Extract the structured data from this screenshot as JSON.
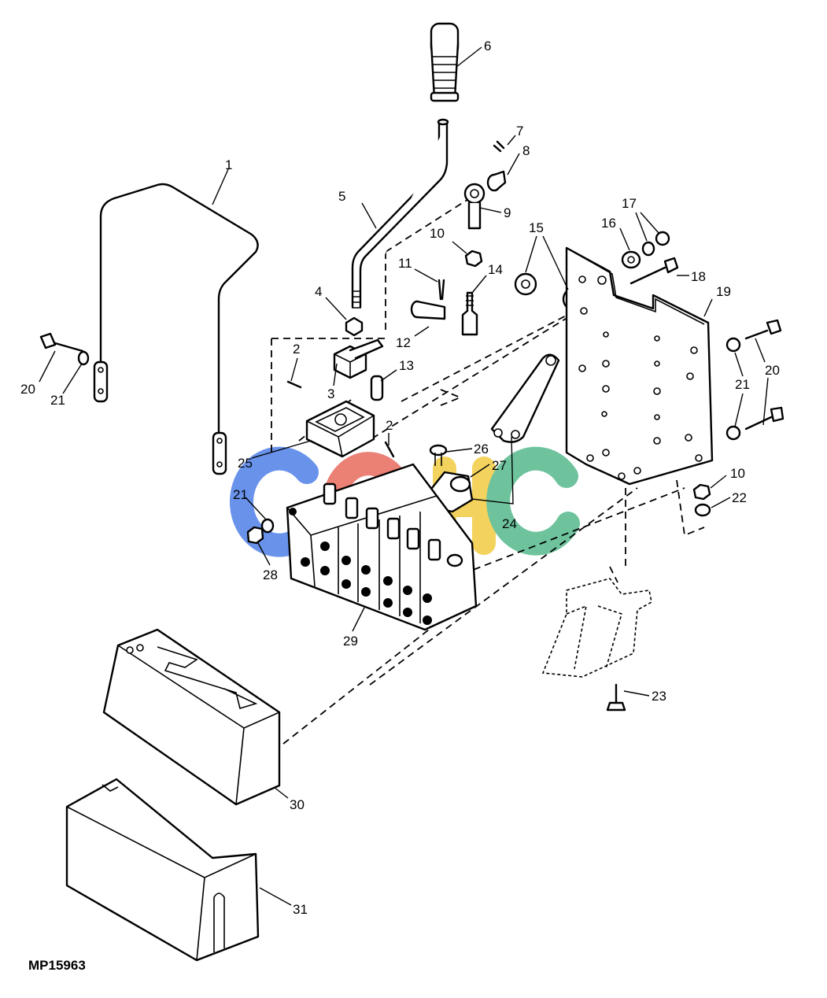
{
  "diagram": {
    "figure_id": "MP15963",
    "watermark": {
      "text": "CGHC",
      "letters": [
        {
          "char": "C",
          "color": "#4f7fe8"
        },
        {
          "char": "G",
          "color": "#e86a5e"
        },
        {
          "char": "H",
          "color": "#f2cc43"
        },
        {
          "char": "C",
          "color": "#55b98c"
        }
      ]
    },
    "callouts": [
      "1",
      "2",
      "2",
      "3",
      "4",
      "5",
      "6",
      "7",
      "8",
      "9",
      "10",
      "10",
      "11",
      "12",
      "13",
      "14",
      "15",
      "16",
      "17",
      "18",
      "19",
      "20",
      "20",
      "21",
      "21",
      "21",
      "22",
      "23",
      "24",
      "25",
      "26",
      "27",
      "28",
      "29",
      "30",
      "31"
    ]
  }
}
